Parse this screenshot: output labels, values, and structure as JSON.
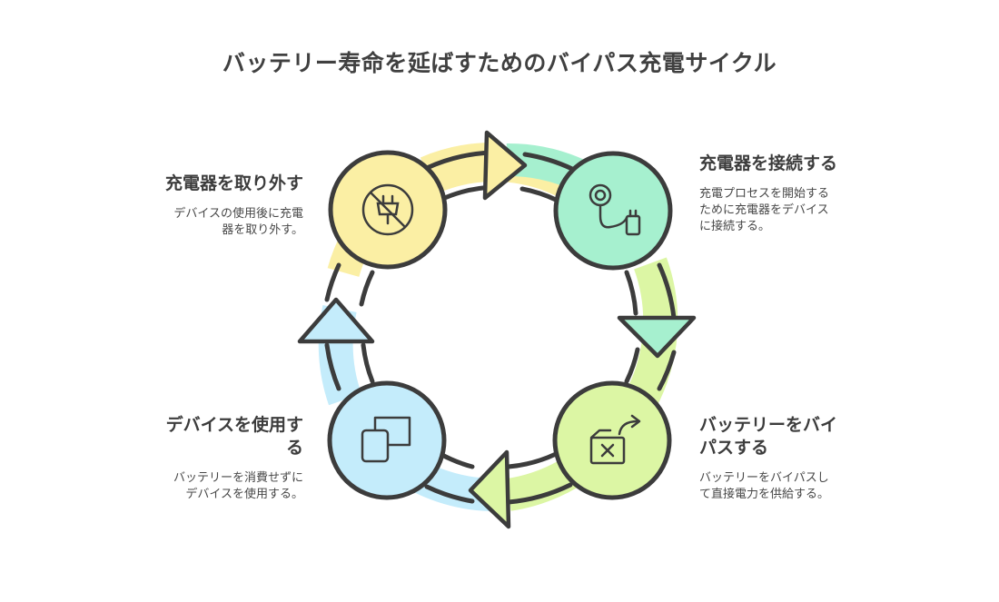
{
  "title": "バッテリー寿命を延ばすためのバイパス充電サイクル",
  "colors": {
    "yellow": "#fbefa4",
    "green": "#a6f0cf",
    "lime": "#dcf6a4",
    "blue": "#c4ecfb",
    "outline": "#3c3c3c"
  },
  "steps": [
    {
      "title": "充電器を接続する",
      "desc_lines": [
        "充電プロセスを開始する",
        "ために充電器をデバイス",
        "に接続する。"
      ],
      "icon": "charger-cable-icon"
    },
    {
      "title_lines": [
        "バッテリーをバイ",
        "パスする"
      ],
      "desc_lines": [
        "バッテリーをバイパスし",
        "て直接電力を供給する。"
      ],
      "icon": "battery-bypass-icon"
    },
    {
      "title_lines": [
        "デバイスを使用す",
        "る"
      ],
      "desc_lines": [
        "バッテリーを消費せずに",
        "デバイスを使用する。"
      ],
      "icon": "devices-icon"
    },
    {
      "title": "充電器を取り外す",
      "desc_lines": [
        "デバイスの使用後に充電",
        "器を取り外す。"
      ],
      "icon": "unplug-icon"
    }
  ]
}
